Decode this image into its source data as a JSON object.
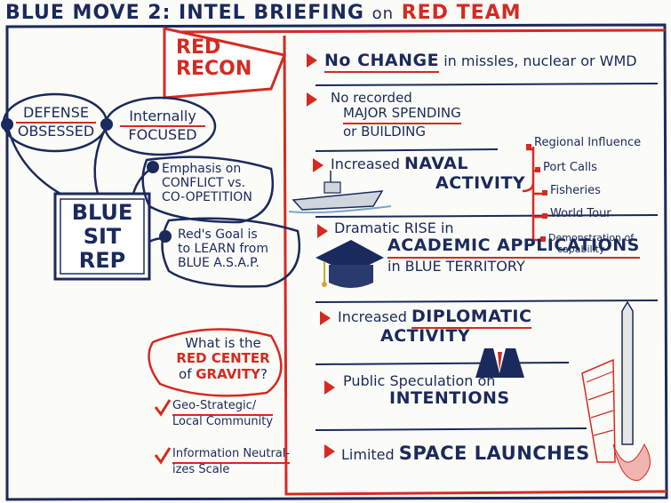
{
  "header": {
    "title_part1": "BLUE MOVE 2: INTEL BRIEFING ",
    "title_on": "on",
    "title_part2": " RED TEAM"
  },
  "sitrep": {
    "box_line1": "BLUE",
    "box_line2": "SIT",
    "box_line3": "REP",
    "bubbles": [
      {
        "line1": "DEFENSE",
        "line2": "OBSESSED"
      },
      {
        "line1": "Internally",
        "line2": "FOCUSED"
      },
      {
        "line1": "Emphasis on",
        "line2": "CONFLICT vs.",
        "line3": "CO-OPETITION"
      },
      {
        "line1": "Red's Goal is",
        "line2": "to LEARN from",
        "line3": "BLUE A.S.A.P."
      }
    ]
  },
  "gravity": {
    "line1": "What is the",
    "line2": "RED CENTER",
    "line3a": "of ",
    "line3b": "GRAVITY",
    "line3c": "?",
    "checks": [
      {
        "line1": "Geo-Strategic/",
        "line2": "Local Community"
      },
      {
        "line1": "Information Neutral-",
        "line2": "izes Scale"
      }
    ]
  },
  "recon": {
    "banner_line1": "RED",
    "banner_line2": "RECON",
    "items": [
      {
        "a": "No CHANGE",
        "b": " in missles, nuclear or WMD"
      },
      {
        "line1": "No recorded",
        "line2": "MAJOR SPENDING",
        "line3": "or BUILDING"
      },
      {
        "a": "Increased ",
        "b": "NAVAL",
        "c": "ACTIVITY"
      },
      {
        "a": "Dramatic RISE in",
        "b": "ACADEMIC APPLICATIONS",
        "c": "in BLUE TERRITORY"
      },
      {
        "a": "Increased ",
        "b": "DIPLOMATIC",
        "c": "ACTIVITY"
      },
      {
        "a": "Public Speculation on",
        "b": "INTENTIONS"
      },
      {
        "a": "Limited ",
        "b": "SPACE LAUNCHES"
      }
    ],
    "naval_branches": [
      "Regional Influence",
      "Port Calls",
      "Fisheries",
      "World Tour",
      "Demonstration of",
      "capability"
    ]
  },
  "colors": {
    "navy": "#1b2a5c",
    "red": "#d42a22",
    "paper": "#fbfbf7"
  },
  "icons": [
    "ship-icon",
    "graduation-cap-icon",
    "suit-icon",
    "rocket-icon",
    "checkmark-icon",
    "bullet-arrow-icon"
  ]
}
